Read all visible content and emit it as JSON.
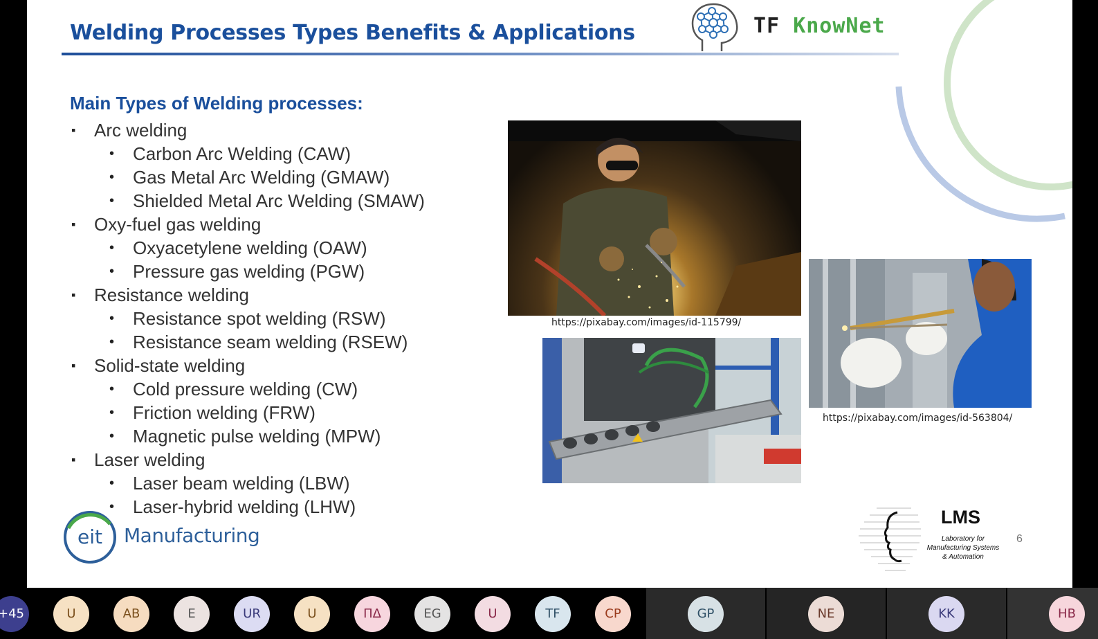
{
  "slide": {
    "title": "Welding Processes Types Benefits & Applications",
    "logo_prefix": "TF ",
    "logo_brand": "KnowNet",
    "section_heading": "Main Types of Welding processes:",
    "bullet_l1": "▪",
    "bullet_l2": "•",
    "processes": [
      {
        "label": "Arc welding",
        "subtypes": [
          "Carbon Arc Welding (CAW)",
          "Gas Metal Arc Welding (GMAW)",
          "Shielded Metal Arc Welding (SMAW)"
        ]
      },
      {
        "label": "Oxy-fuel gas welding",
        "subtypes": [
          "Oxyacetylene welding (OAW)",
          "Pressure gas welding (PGW)"
        ]
      },
      {
        "label": "Resistance welding",
        "subtypes": [
          "Resistance spot welding (RSW)",
          "Resistance seam welding (RSEW)"
        ]
      },
      {
        "label": "Solid-state welding",
        "subtypes": [
          "Cold pressure welding (CW)",
          "Friction welding (FRW)",
          "Magnetic pulse welding (MPW)"
        ]
      },
      {
        "label": "Laser welding",
        "subtypes": [
          "Laser beam welding (LBW)",
          "Laser-hybrid welding (LHW)"
        ]
      }
    ],
    "image_captions": [
      "https://pixabay.com/images/id-115799/",
      "https://pixabay.com/images/id-563804/"
    ],
    "footer_left_logo_text": "Manufacturing",
    "footer_left_logo_mark": "eit",
    "footer_right_logo_name": "LMS",
    "footer_right_logo_sub": [
      "Laboratory for",
      "Manufacturing Systems",
      "& Automation"
    ],
    "page_number": "6"
  },
  "participants": {
    "overflow_count": "+45",
    "avatars": [
      {
        "initials": "U",
        "color": "#f6e1c3"
      },
      {
        "initials": "AB",
        "color": "#f6dcc0"
      },
      {
        "initials": "E",
        "color": "#ece3e1"
      },
      {
        "initials": "UR",
        "color": "#dcdcf3"
      },
      {
        "initials": "U",
        "color": "#f6e1c3"
      },
      {
        "initials": "ΠΔ",
        "color": "#f7d6de"
      },
      {
        "initials": "EG",
        "color": "#e4e3e3"
      },
      {
        "initials": "U",
        "color": "#f3dce2"
      },
      {
        "initials": "TF",
        "color": "#d9e6ee"
      },
      {
        "initials": "CP",
        "color": "#f8d8cd"
      },
      {
        "initials": "GP",
        "color": "#d7e1e5"
      },
      {
        "initials": "NE",
        "color": "#ecdcd6"
      },
      {
        "initials": "KK",
        "color": "#dad8f1"
      },
      {
        "initials": "HB",
        "color": "#f7d6dc"
      }
    ]
  }
}
